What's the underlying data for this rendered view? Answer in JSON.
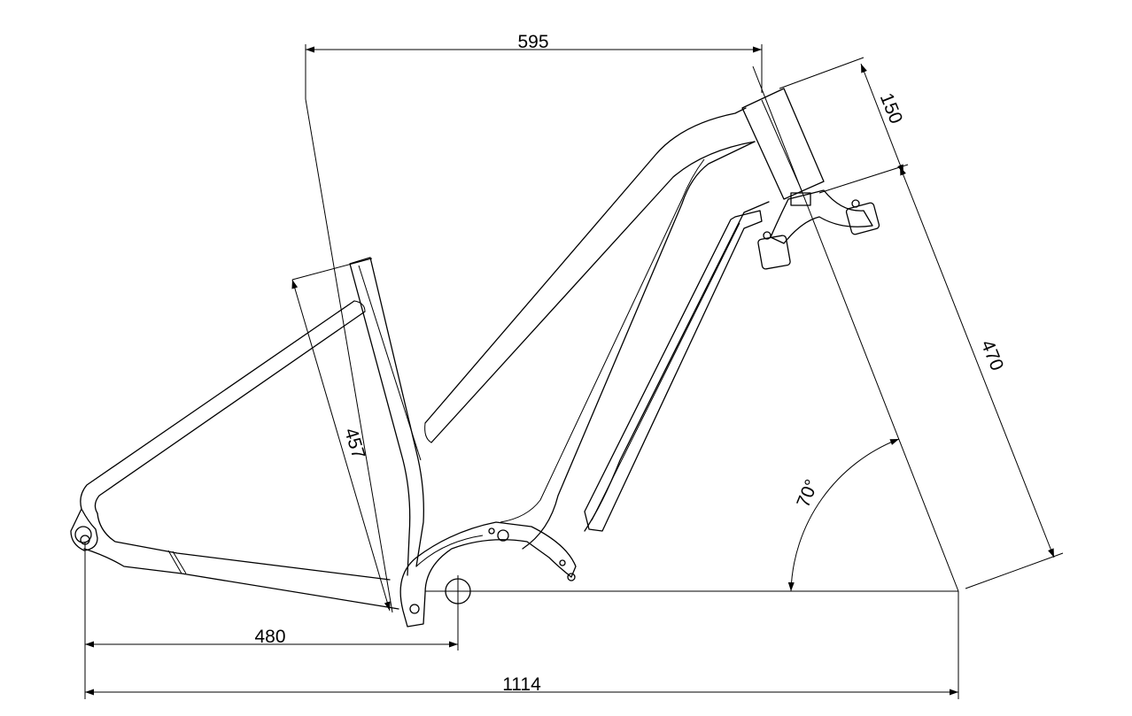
{
  "diagram": {
    "dimensions": {
      "top_tube": "595",
      "head_tube": "150",
      "fork_length": "470",
      "seat_tube": "457",
      "chainstay": "480",
      "wheelbase": "1114",
      "head_angle": "70°"
    }
  }
}
